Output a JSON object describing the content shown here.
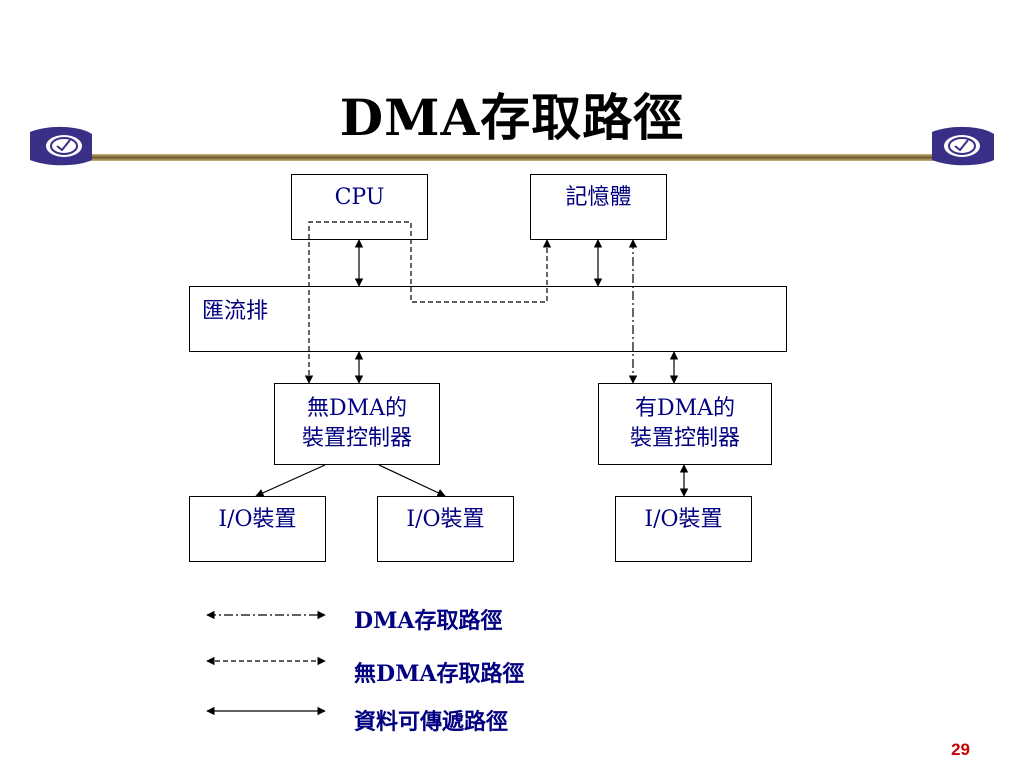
{
  "title": "DMA存取路徑",
  "colors": {
    "text": "#000080",
    "title": "#000000",
    "page_number": "#cc0000",
    "rule_dark": "#6b5a2a",
    "rule_light": "#c9b37a",
    "logo": "#3a2f87"
  },
  "icons": [
    "left-logo-icon",
    "right-logo-icon"
  ],
  "nodes": {
    "cpu": "CPU",
    "memory": "記憶體",
    "bus": "匯流排",
    "controller_no_dma_line1": "無DMA的",
    "controller_no_dma_line2": "裝置控制器",
    "controller_dma_line1": "有DMA的",
    "controller_dma_line2": "裝置控制器",
    "io_device_1": "I/O裝置",
    "io_device_2": "I/O裝置",
    "io_device_3": "I/O裝置"
  },
  "legend": {
    "dma_path": "DMA存取路徑",
    "no_dma_path": "無DMA存取路徑",
    "data_path": "資料可傳遞路徑"
  },
  "page_number": "29"
}
